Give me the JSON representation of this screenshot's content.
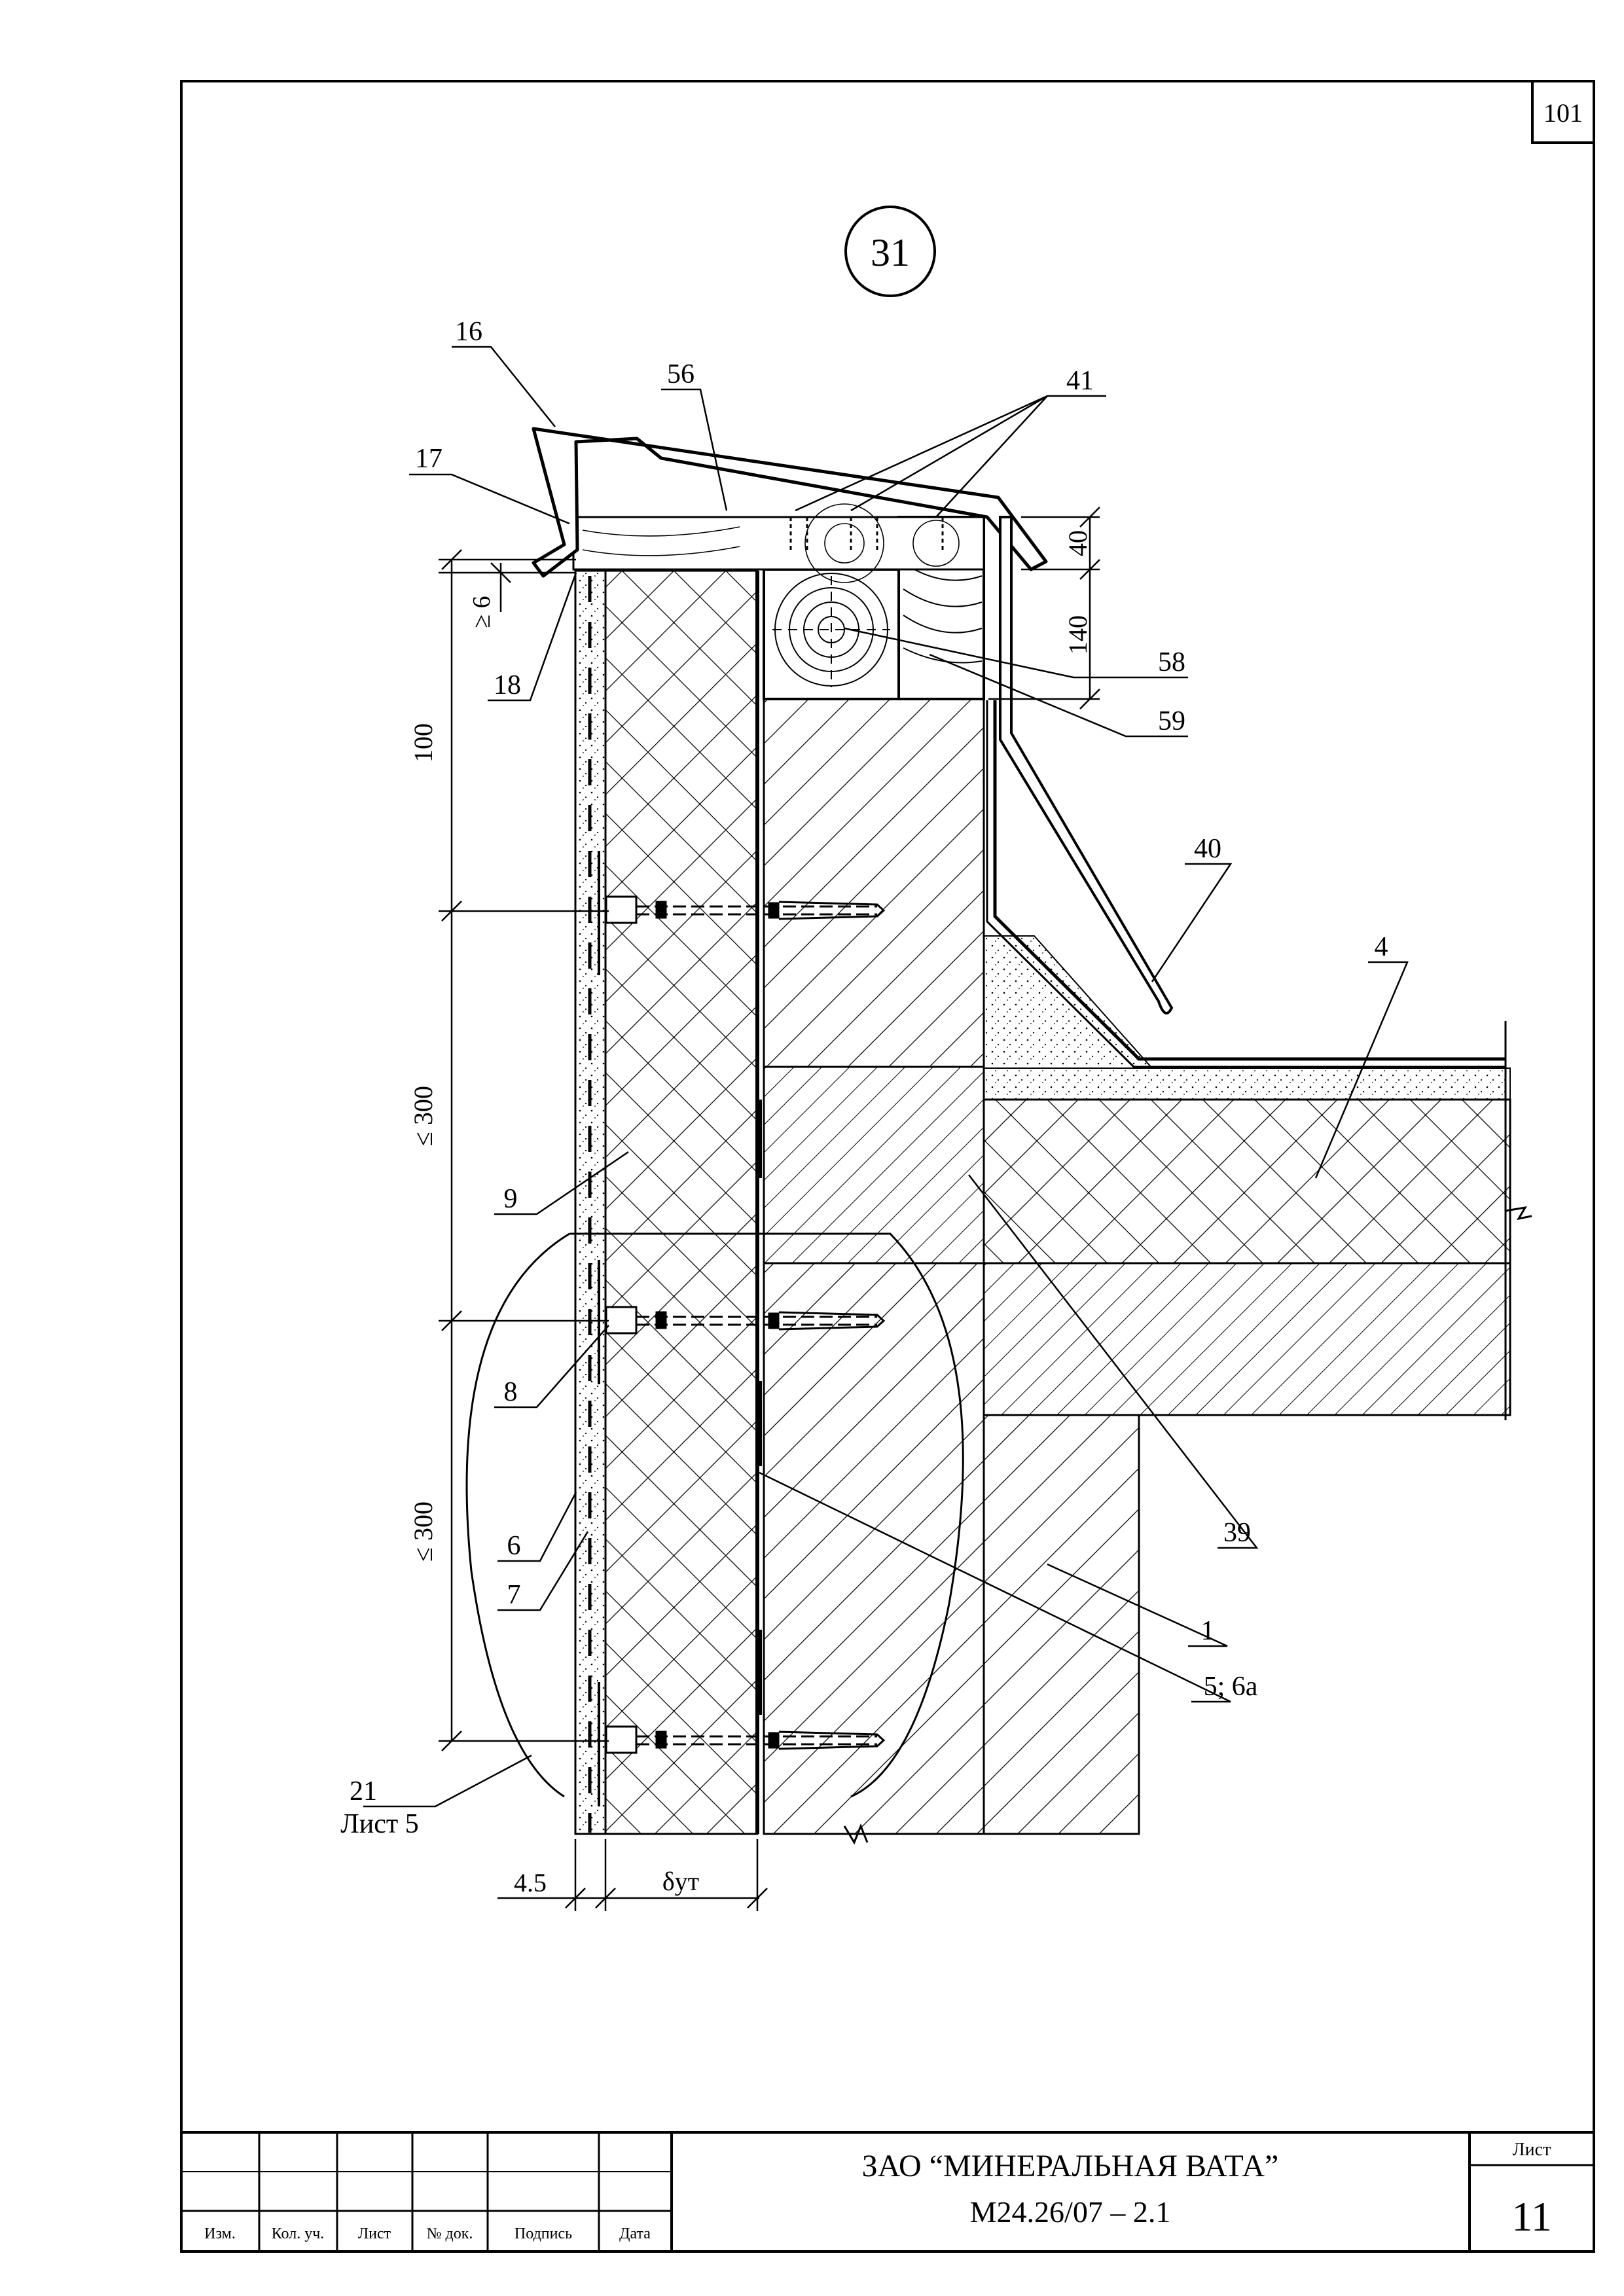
{
  "sheet": {
    "corner_number": "101",
    "detail_number": "31"
  },
  "labels": {
    "l16": "16",
    "l17": "17",
    "l18": "18",
    "l56": "56",
    "l41": "41",
    "l58": "58",
    "l59": "59",
    "l40": "40",
    "l4": "4",
    "l9": "9",
    "l8": "8",
    "l6": "6",
    "l7": "7",
    "l39": "39",
    "l1": "1",
    "l5_6a": "5; 6а",
    "l21": "21",
    "l21_sheet": "Лист 5"
  },
  "dimensions": {
    "d40": "40",
    "d140": "140",
    "d_ge6": "≥ 6",
    "d100": "100",
    "d_le300_a": "≤ 300",
    "d_le300_b": "≤ 300",
    "d4_5": "4.5",
    "d_delta": "δут"
  },
  "title_block": {
    "organization": "ЗАО “МИНЕРАЛЬНАЯ ВАТА”",
    "document_code": "М24.26/07 – 2.1",
    "sheet_label": "Лист",
    "sheet_number": "11",
    "columns": [
      "Изм.",
      "Кол. уч.",
      "Лист",
      "№ док.",
      "Подпись",
      "Дата"
    ]
  }
}
